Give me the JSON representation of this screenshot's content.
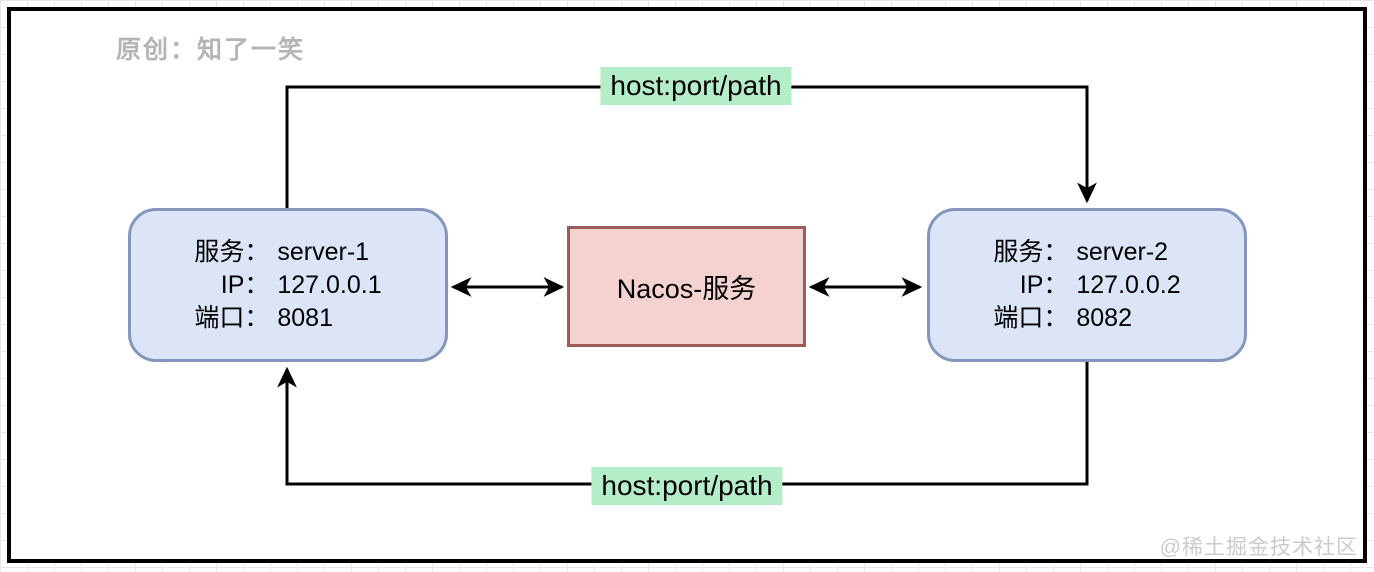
{
  "watermarks": {
    "author": "原创：知了一笑",
    "community": "@稀土掘金技术社区"
  },
  "connections": {
    "top_label": "host:port/path",
    "bottom_label": "host:port/path"
  },
  "nodes": {
    "server1": {
      "rows": [
        {
          "label": "服务：",
          "value": "server-1"
        },
        {
          "label": "IP：",
          "value": "127.0.0.1"
        },
        {
          "label": "端口：",
          "value": "8081"
        }
      ]
    },
    "nacos": {
      "title": "Nacos-服务"
    },
    "server2": {
      "rows": [
        {
          "label": "服务：",
          "value": "server-2"
        },
        {
          "label": "IP：",
          "value": "127.0.0.2"
        },
        {
          "label": "端口：",
          "value": "8082"
        }
      ]
    }
  },
  "colors": {
    "server_fill": "#dbe5f7",
    "server_border": "#8496ba",
    "nacos_fill": "#f3d2cf",
    "nacos_border": "#9d5c5c",
    "path_label_highlight": "#b4eec8",
    "connector": "#000000",
    "frame_border": "#000000",
    "watermark_author": "#b5b5b5",
    "watermark_community": "#cbcbcb"
  }
}
